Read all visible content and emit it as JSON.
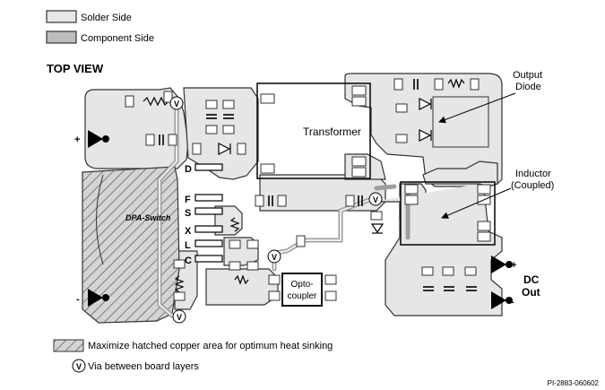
{
  "legend_top": {
    "solder_side": "Solder Side",
    "component_side": "Component Side"
  },
  "view_title": "TOP VIEW",
  "labels": {
    "transformer": "Transformer",
    "output_diode_line1": "Output",
    "output_diode_line2": "Diode",
    "inductor_line1": "Inductor",
    "inductor_line2": "(Coupled)",
    "dpa_switch": "DPA-Switch",
    "opto_line1": "Opto-",
    "opto_line2": "coupler",
    "dc": "DC",
    "out": "Out",
    "plus_left": "+",
    "minus_left": "-",
    "plus_right": "+",
    "minus_right": "-"
  },
  "pins": [
    "D",
    "F",
    "S",
    "X",
    "L",
    "C"
  ],
  "via_symbol": "V",
  "legend_bottom": {
    "hatched": "Maximize hatched copper area for optimum heat sinking",
    "via": "Via between board layers"
  },
  "part_number": "PI-2883-060602",
  "colors": {
    "solder": "#e6e6e6",
    "component": "#bdbdbd",
    "outline": "#333333",
    "hatch": "#555555"
  }
}
